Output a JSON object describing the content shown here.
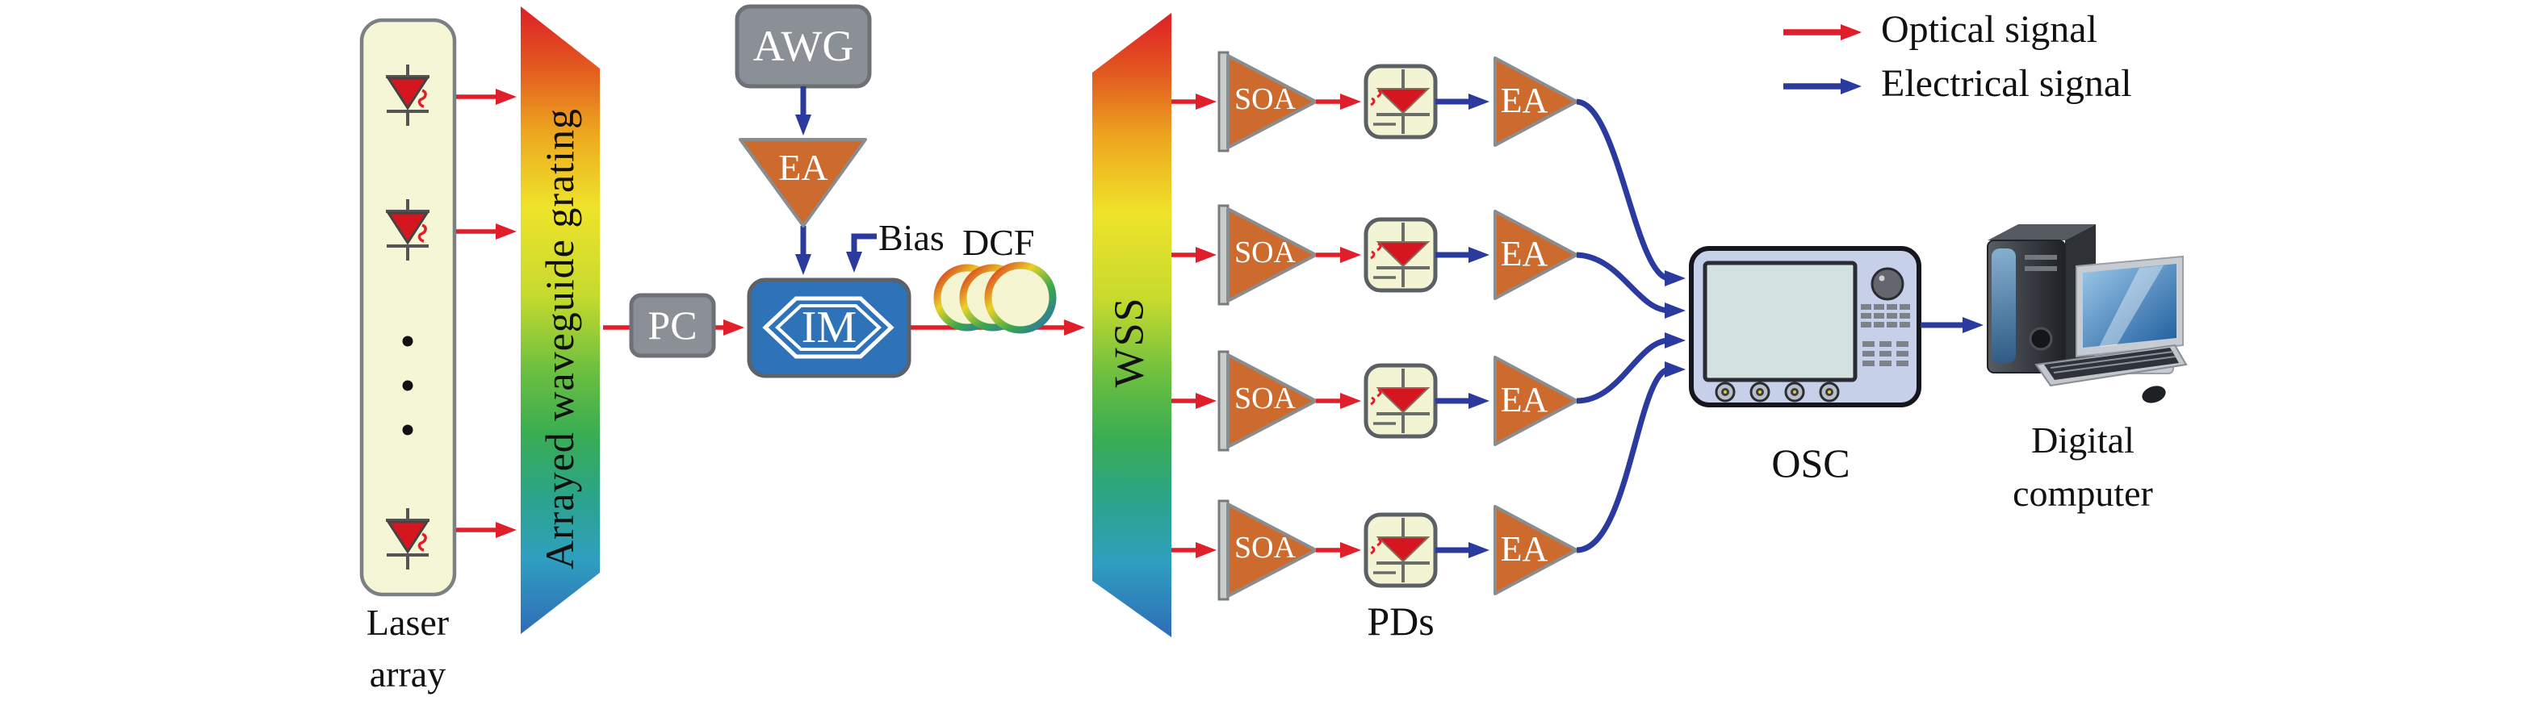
{
  "legend": {
    "optical_label": "Optical signal",
    "electrical_label": "Electrical signal",
    "optical_color": "#e01f2b",
    "electrical_color": "#2b3a9e"
  },
  "laser_array": {
    "label_line1": "Laser",
    "label_line2": "array",
    "visible_lasers": 3
  },
  "awg_grating": {
    "label": "Arrayed waveguide grating"
  },
  "modulator_chain": {
    "awg_label": "AWG",
    "ea_label": "EA",
    "bias_label": "Bias",
    "pc_label": "PC",
    "im_label": "IM",
    "dcf_label": "DCF"
  },
  "wss": {
    "label": "WSS"
  },
  "branches": {
    "count": 4,
    "soa_label": "SOA",
    "ea_label": "EA",
    "pds_label": "PDs"
  },
  "osc": {
    "label": "OSC"
  },
  "computer": {
    "label_line1": "Digital",
    "label_line2": "computer"
  },
  "colors": {
    "amplifier_orange": "#cd6a2d",
    "module_gray": "#8b8f96",
    "modulator_blue": "#2e72b8",
    "laser_panel": "#f5f6d6",
    "pd_panel": "#f3f4d3"
  }
}
